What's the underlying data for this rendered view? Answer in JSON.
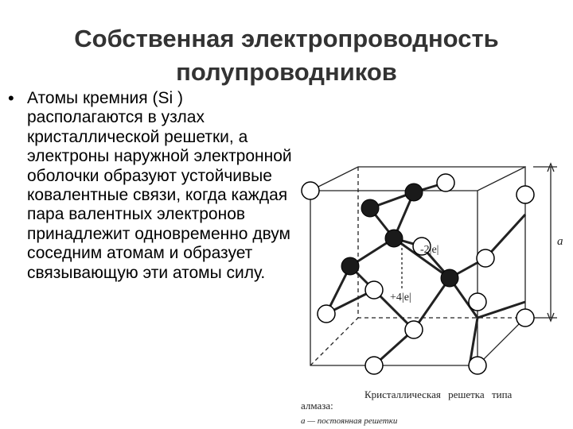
{
  "slide": {
    "title_line1": "Собственная электропроводность",
    "title_line2": "полупроводников",
    "bullet": "Атомы кремния (Si ) располагаются в узлах кристаллической решетки, а электроны наружной электронной оболочки образуют устойчивые ковалентные связи, когда каждая пара валентных электронов принадлежит одновременно двум соседним атомам и образует связывающую эти атомы силу."
  },
  "figure": {
    "label_neg": "-2|e|",
    "label_pos": "+4|e|",
    "dim_label": "a",
    "caption_line1": "Кристаллическая решетка типа",
    "caption_line2": "алмаза:",
    "caption_line3": "a — постоянная решетки"
  },
  "colors": {
    "title": "#333333",
    "text": "#000000",
    "atom_dark": "#1a1a1a",
    "atom_light": "#ffffff"
  }
}
